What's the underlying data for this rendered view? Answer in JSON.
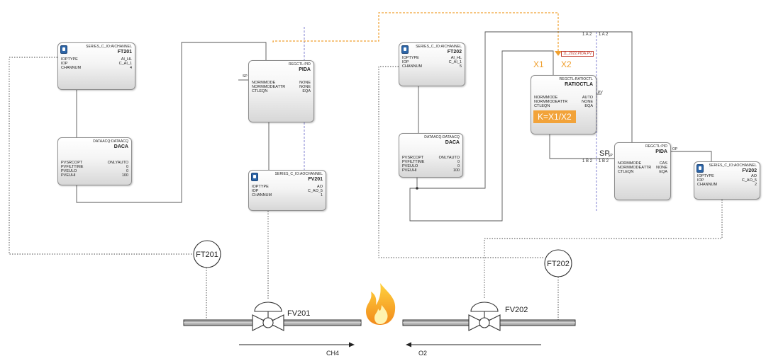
{
  "blocks": {
    "ft201_ch": {
      "type": "SERIES_C_IO:AICHANNEL",
      "name": "FT201",
      "params": [
        {
          "k": "IOPTYPE",
          "v": "AI_HL"
        },
        {
          "k": "IOP",
          "v": "C_AI_1"
        },
        {
          "k": "CHANNUM",
          "v": "4"
        }
      ]
    },
    "daca1": {
      "type": "DATAACQ:DATAACQ",
      "name": "DACA",
      "params": [
        {
          "k": "PVSRCOPT",
          "v": "ONLYAUTO"
        },
        {
          "k": "PVFILTTIME",
          "v": "0"
        },
        {
          "k": "PVEULO",
          "v": "0"
        },
        {
          "k": "PVEUHI",
          "v": "100"
        }
      ]
    },
    "pida1": {
      "type": "REGCTL:PID",
      "name": "PIDA",
      "params": [
        {
          "k": "NORMMODE",
          "v": "NONE"
        },
        {
          "k": "NORMMODEATTR",
          "v": "NONE"
        },
        {
          "k": "CTLEQN",
          "v": "EQA"
        }
      ]
    },
    "fv201_ch": {
      "type": "SERIES_C_IO:AOCHANNEL",
      "name": "FV201",
      "params": [
        {
          "k": "IOPTYPE",
          "v": "AO"
        },
        {
          "k": "IOP",
          "v": "C_AO_5"
        },
        {
          "k": "CHANNUM",
          "v": "1"
        }
      ]
    },
    "ft202_ch": {
      "type": "SERIES_C_IO:AICHANNEL",
      "name": "FT202",
      "params": [
        {
          "k": "IOPTYPE",
          "v": "AI_HL"
        },
        {
          "k": "IOP",
          "v": "C_AI_1"
        },
        {
          "k": "CHANNUM",
          "v": "5"
        }
      ]
    },
    "daca2": {
      "type": "DATAACQ:DATAACQ",
      "name": "DACA",
      "params": [
        {
          "k": "PVSRCOPT",
          "v": "ONLYAUTO"
        },
        {
          "k": "PVFILTTIME",
          "v": "0"
        },
        {
          "k": "PVEULO",
          "v": "0"
        },
        {
          "k": "PVEUHI",
          "v": "100"
        }
      ]
    },
    "ratio": {
      "type": "REGCTL:RATIOCTL",
      "name": "RATIOCTLA",
      "params": [
        {
          "k": "NORMMODE",
          "v": "AUTO"
        },
        {
          "k": "NORMMODEATTR",
          "v": "NONE"
        },
        {
          "k": "CTLEQN",
          "v": "EQA"
        }
      ]
    },
    "pida2": {
      "type": "REGCTL:PID",
      "name": "PIDA",
      "params": [
        {
          "k": "NORMMODE",
          "v": "CAS"
        },
        {
          "k": "NORMMODEATTR",
          "v": "NONE"
        },
        {
          "k": "CTLEQN",
          "v": "EQA"
        }
      ]
    },
    "fv202_ch": {
      "type": "SERIES_C_IO:AOCHANNEL",
      "name": "FV202",
      "params": [
        {
          "k": "IOPTYPE",
          "v": "AO"
        },
        {
          "k": "IOP",
          "v": "C_AO_5"
        },
        {
          "k": "CHANNUM",
          "v": "2"
        }
      ]
    }
  },
  "labels": {
    "x1": "X1",
    "x2": "X2",
    "k_formula": "K=X1/X2",
    "sp_big": "SP",
    "sp_small_1": "SP",
    "sp_small_2": "SP",
    "ref_tag": "11_2022.PIDA.PV",
    "page_ref_top_left": "1 A 2",
    "page_ref_top_right": "1 A 2",
    "page_ref_bot_left": "1 B 2",
    "page_ref_bot_right": "1 B 2",
    "pin_pv": "PV",
    "pin_op": "OP"
  },
  "instruments": {
    "ft201": "FT201",
    "ft202": "FT202",
    "fv201": "FV201",
    "fv202": "FV202"
  },
  "flow": {
    "left": "CH4",
    "right": "O2"
  },
  "icons": [
    "controller-icon",
    "flame-icon",
    "control-valve-icon",
    "flow-transmitter-icon",
    "flow-arrow-icon"
  ],
  "colors": {
    "wire": "#555555",
    "reference_link": "#f0a030",
    "sheet_divider": "#8080d0",
    "block_border": "#8d8d8d",
    "formula_bg": "#f2a33a",
    "flame": "#f6a623"
  }
}
